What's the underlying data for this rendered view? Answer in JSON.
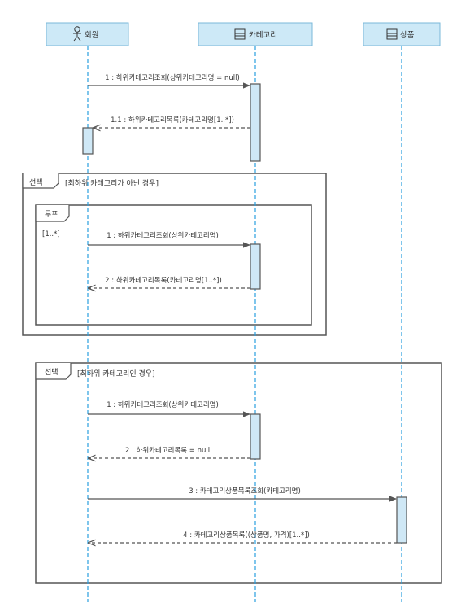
{
  "lifelines": [
    {
      "name": "회원",
      "icon": "actor-icon"
    },
    {
      "name": "카테고리",
      "icon": "class-icon"
    },
    {
      "name": "상품",
      "icon": "class-icon"
    }
  ],
  "colors": {
    "header_fill": "#cde9f7",
    "header_stroke": "#7ab8d9",
    "lifeline": "#2a9fe0",
    "activation_fill": "#cfe8f6",
    "frame_stroke": "#555555"
  },
  "fragments": {
    "alt1": {
      "operator": "선택",
      "guard": "[최하위 카테고리가 아닌 경우]"
    },
    "loop": {
      "operator": "루프",
      "guard": "[1..*]"
    },
    "alt2": {
      "operator": "선택",
      "guard": "[최하위 카테고리인 경우]"
    }
  },
  "messages": [
    {
      "label": "1 : 하위카테고리조회(상위카테고리명 = null)"
    },
    {
      "label": "1.1 : 하위카테고리목록(카테고리명[1..*])"
    },
    {
      "label": "1 : 하위카테고리조회(상위카테고리명)"
    },
    {
      "label": "2 : 하위카테고리목록(카테고리명[1..*])"
    },
    {
      "label": "1 : 하위카테고리조회(상위카테고리명)"
    },
    {
      "label": "2 : 하위카테고리목록 = null"
    },
    {
      "label": "3 : 카테고리상품목록조회(카테고리명)"
    },
    {
      "label": "4 : 카테고리상품목록((상품명, 가격)[1..*])"
    }
  ]
}
